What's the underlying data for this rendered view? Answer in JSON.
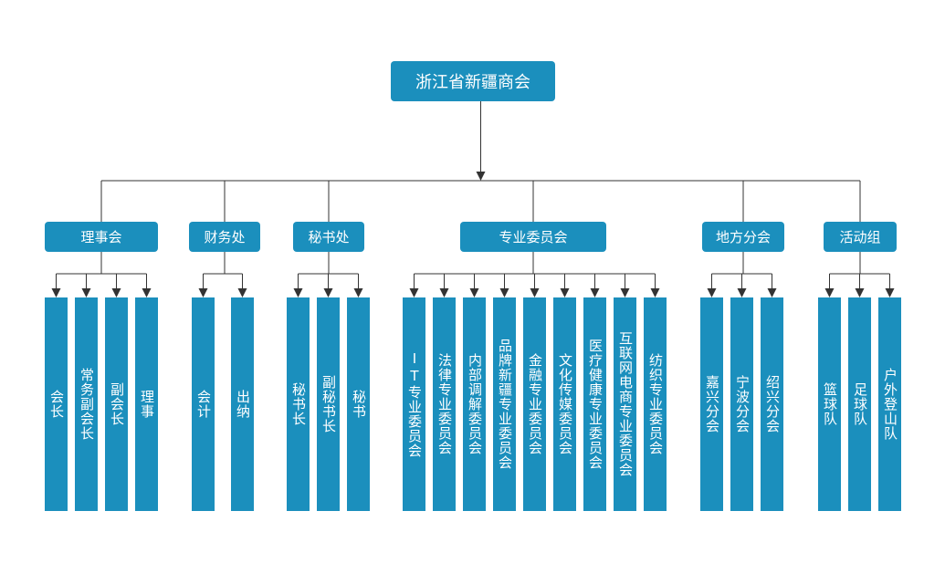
{
  "colors": {
    "node_fill": "#1b8fbd",
    "node_text": "#ffffff",
    "connector": "#333333"
  },
  "org": {
    "root": "浙江省新疆商会",
    "departments": [
      {
        "label": "理事会",
        "children": [
          "会长",
          "常务副会长",
          "副会长",
          "理事"
        ]
      },
      {
        "label": "财务处",
        "children": [
          "会计",
          "出纳"
        ]
      },
      {
        "label": "秘书处",
        "children": [
          "秘书长",
          "副秘书长",
          "秘书"
        ]
      },
      {
        "label": "专业委员会",
        "children": [
          "IT专业委员会",
          "法律专业委员会",
          "内部调解委员会",
          "品牌新疆专业委员会",
          "金融专业委员会",
          "文化传媒委员会",
          "医疗健康专业委员会",
          "互联网电商专业委员会",
          "纺织专业委员会"
        ]
      },
      {
        "label": "地方分会",
        "children": [
          "嘉兴分会",
          "宁波分会",
          "绍兴分会"
        ]
      },
      {
        "label": "活动组",
        "children": [
          "篮球队",
          "足球队",
          "户外登山队"
        ]
      }
    ]
  }
}
